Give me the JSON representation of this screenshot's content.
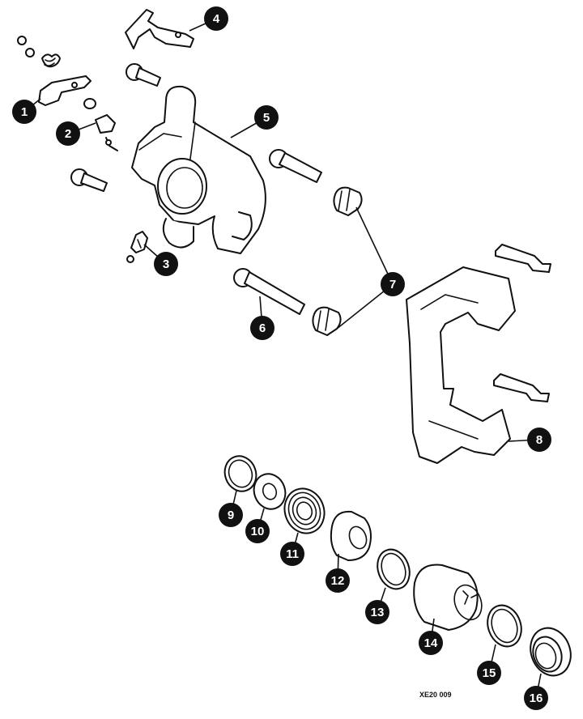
{
  "callouts": [
    "1",
    "2",
    "3",
    "4",
    "5",
    "6",
    "7",
    "8",
    "9",
    "10",
    "11",
    "12",
    "13",
    "14",
    "15",
    "16"
  ],
  "drawing_code": "XE20 009",
  "colors": {
    "ink": "#111111",
    "paper": "#ffffff"
  }
}
